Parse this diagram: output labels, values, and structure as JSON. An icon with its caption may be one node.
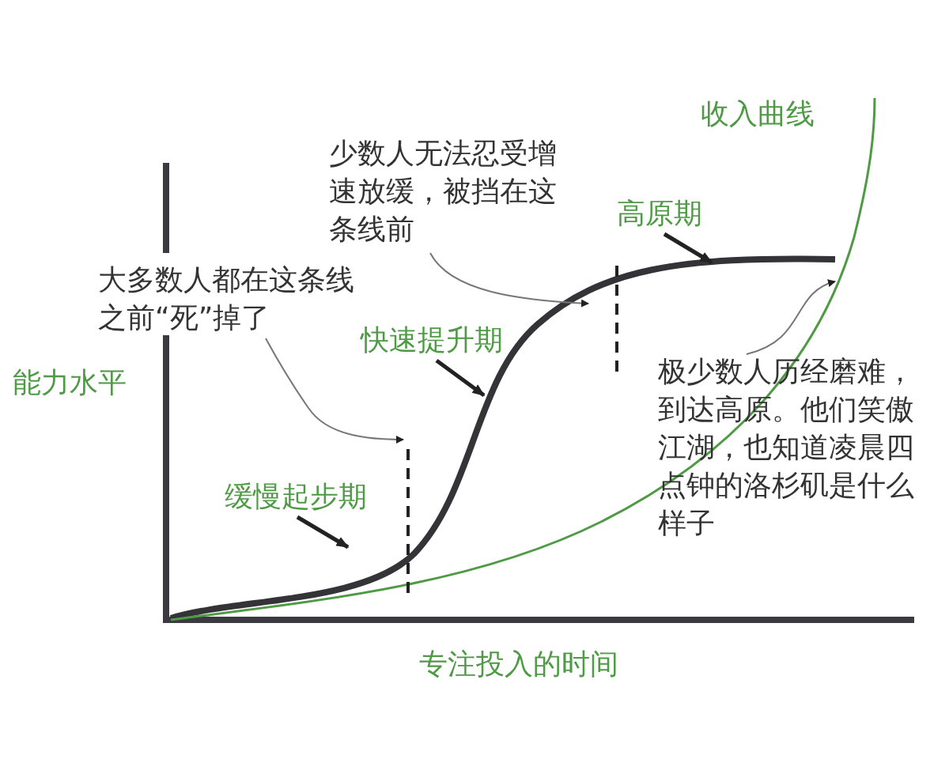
{
  "diagram": {
    "nodes": [
      {
        "text": [
          "大多数人都在这条线之前“死”掉了"
        ]
      },
      {
        "text": [
          "少数人无法忍受增速放缓，被挡在这条线前"
        ]
      },
      {
        "text": [
          "极少数人历经磨难，到达高原。他们笑傲江湖，也知道凌晨四点钟的洛杉矶是什么样子"
        ]
      },
      {
        "text": [
          "缓慢起步期"
        ]
      },
      {
        "text": [
          "快速提升期"
        ]
      },
      {
        "text": [
          "高原期"
        ]
      }
    ],
    "edges": [
      {
        "from": 0,
        "to": null,
        "arrow": "to"
      },
      {
        "from": 1,
        "to": null,
        "arrow": "to"
      },
      {
        "from": 2,
        "to": null,
        "arrow": "to"
      },
      {
        "from": 3,
        "to": null,
        "arrow": "to",
        "style": "thick"
      },
      {
        "from": 4,
        "to": null,
        "arrow": "to",
        "style": "thick"
      },
      {
        "from": 5,
        "to": null,
        "arrow": "to",
        "style": "thick"
      }
    ],
    "labels": [
      "收入曲线",
      "能力水平",
      "专注投入的时间"
    ]
  }
}
